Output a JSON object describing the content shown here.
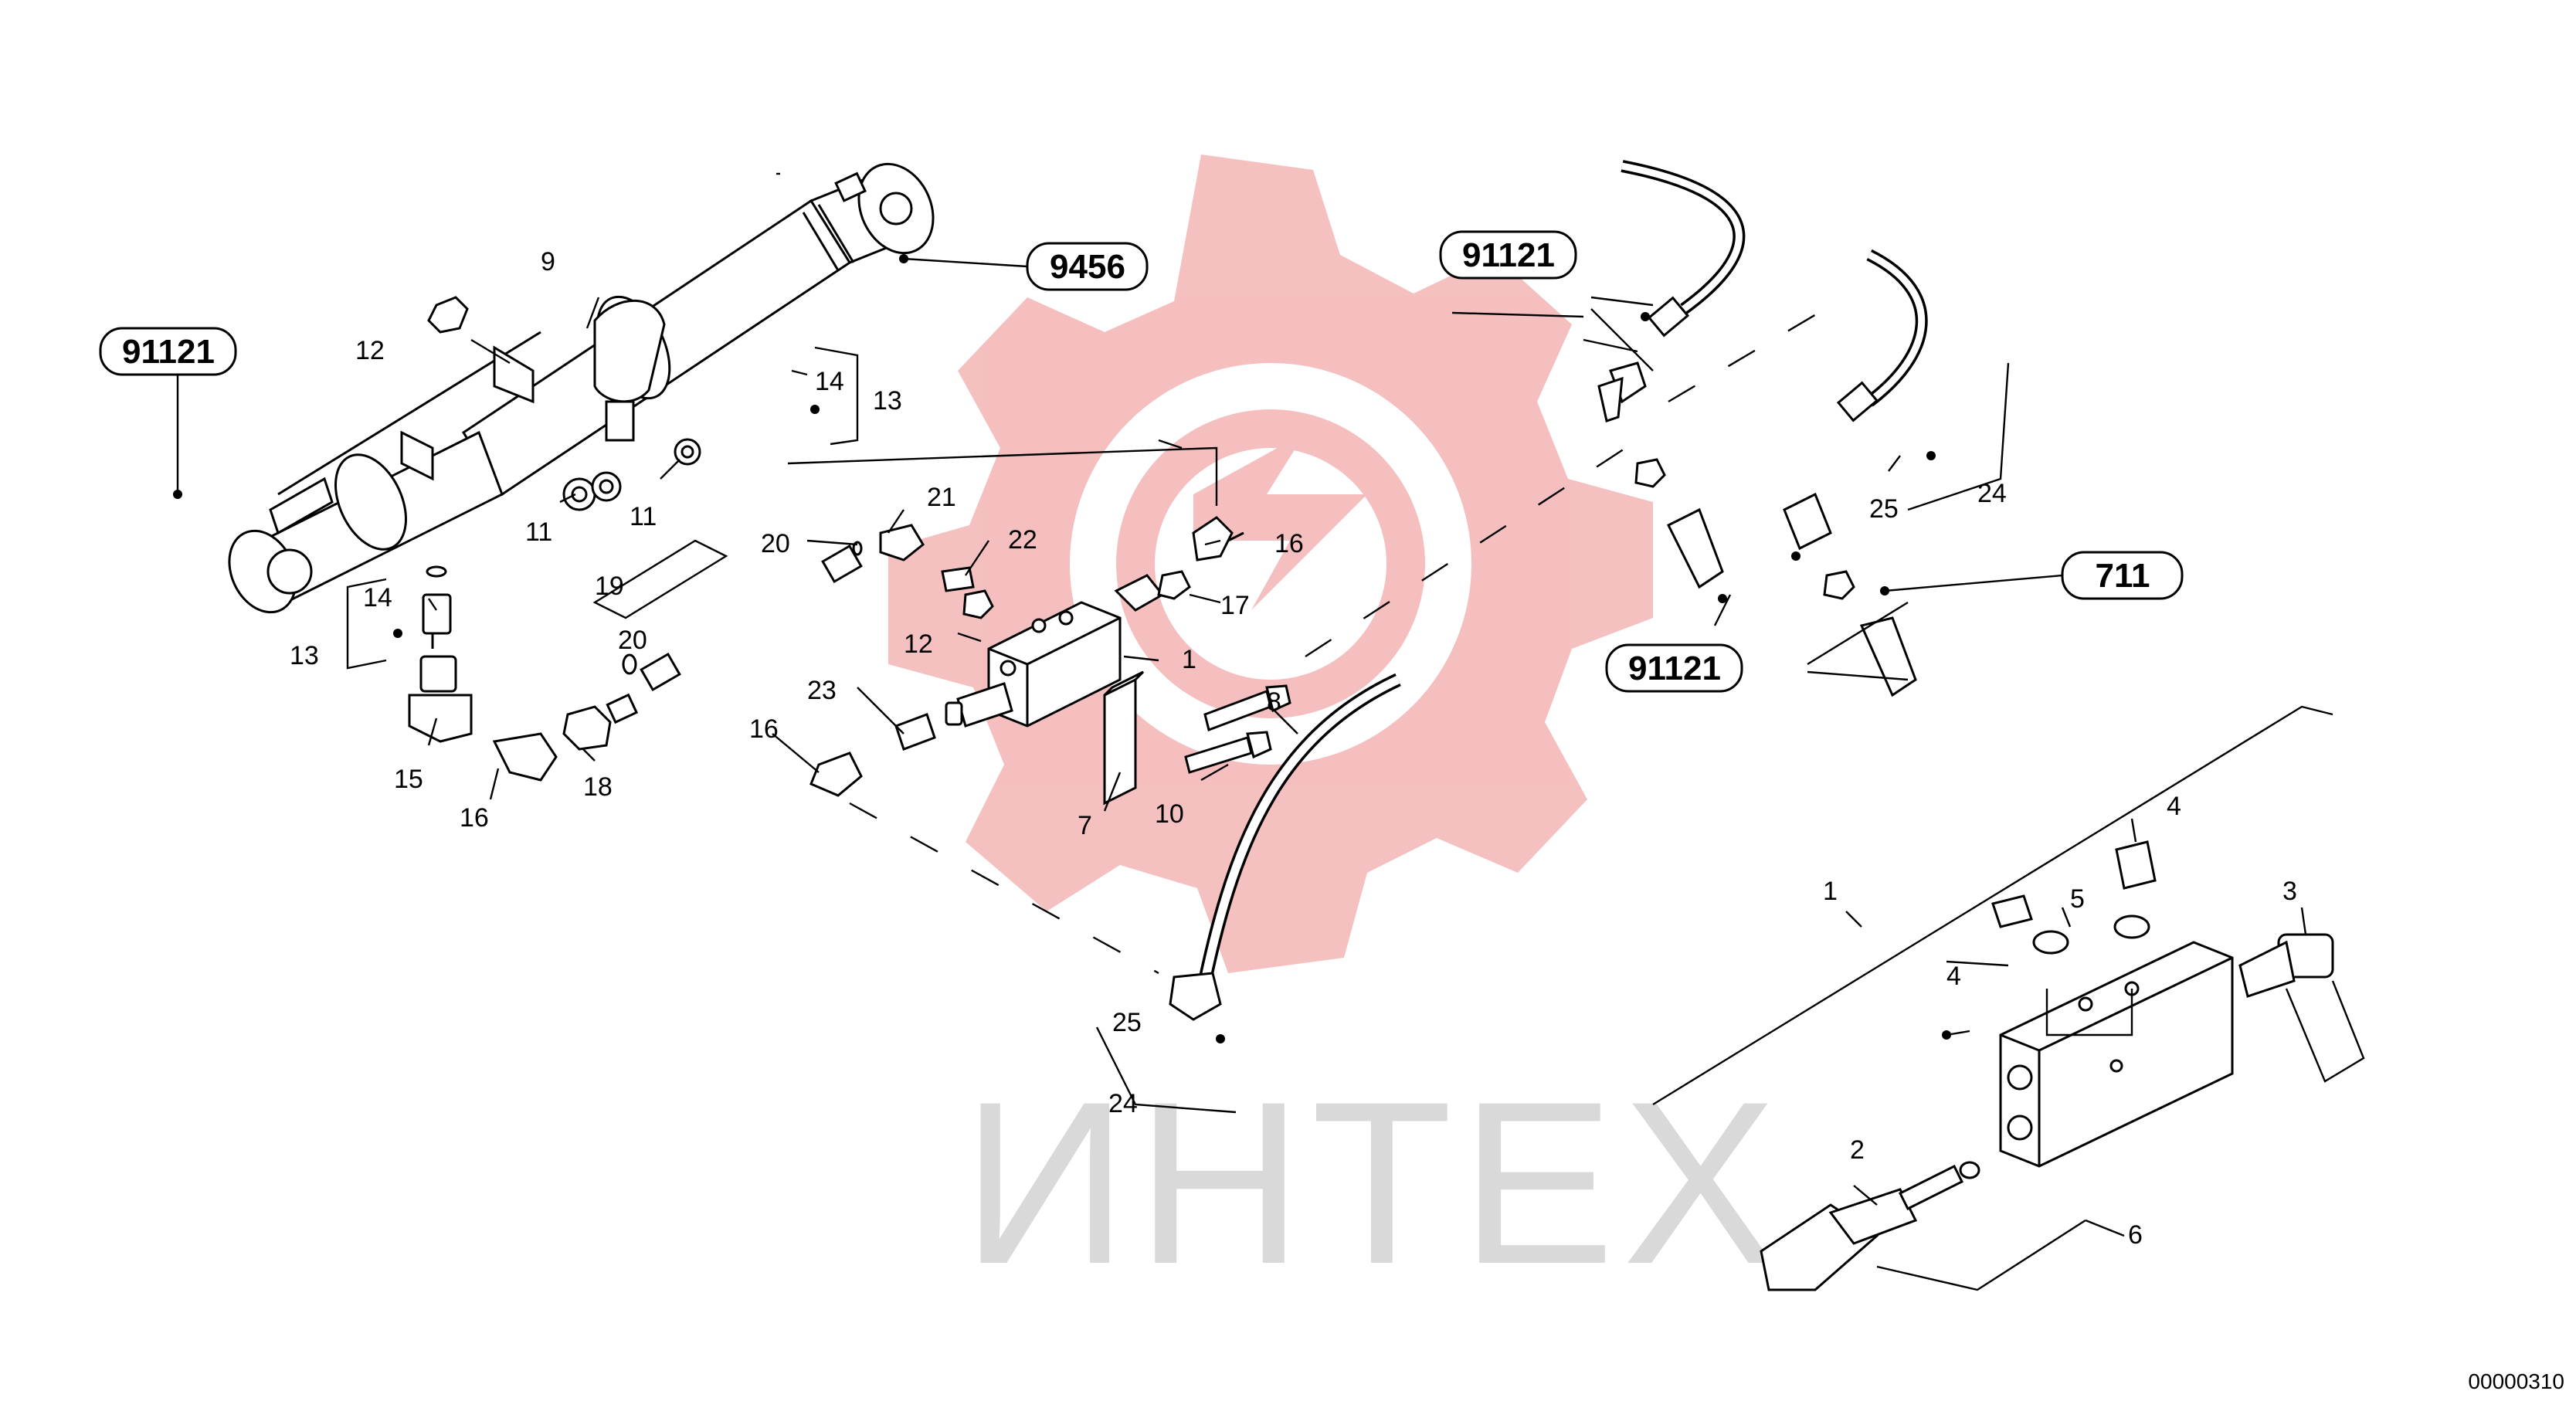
{
  "watermark": {
    "text": "ИНТЕХ",
    "color": "#f4b9b9"
  },
  "drawing_code": "00000310",
  "reference_boxes": [
    {
      "id": "ref-91121-left",
      "text": "91121"
    },
    {
      "id": "ref-9456",
      "text": "9456"
    },
    {
      "id": "ref-91121-top",
      "text": "91121"
    },
    {
      "id": "ref-711",
      "text": "711"
    },
    {
      "id": "ref-91121-mid",
      "text": "91121"
    }
  ],
  "part_labels": [
    "9",
    "12",
    "14",
    "13",
    "11",
    "11",
    "14",
    "13",
    "15",
    "16",
    "18",
    "19",
    "20",
    "20",
    "21",
    "22",
    "12",
    "23",
    "16",
    "7",
    "10",
    "8",
    "1",
    "17",
    "16",
    "25",
    "24",
    "25",
    "24",
    "1",
    "4",
    "5",
    "4",
    "3",
    "2",
    "6"
  ]
}
